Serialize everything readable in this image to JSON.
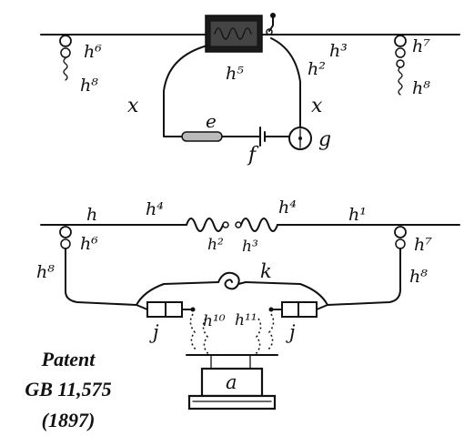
{
  "caption": {
    "line1": "Patent",
    "line2": "GB 11,575",
    "line3": "(1897)"
  },
  "top_diagram": {
    "labels": {
      "h6": "h⁶",
      "h8_left": "h⁸",
      "h5": "h⁵",
      "h2": "h²",
      "h3": "h³",
      "h7": "h⁷",
      "h8_right": "h⁸",
      "x_left": "x",
      "x_right": "x",
      "e": "e",
      "f": "f",
      "g": "g"
    }
  },
  "bottom_diagram": {
    "labels": {
      "h": "h",
      "h4_left": "h⁴",
      "h4_right": "h⁴",
      "h1": "h¹",
      "h6": "h⁶",
      "h2": "h²",
      "h3": "h³",
      "h7": "h⁷",
      "h8_left": "h⁸",
      "h8_right": "h⁸",
      "k": "k",
      "h10": "h¹⁰",
      "h11": "h¹¹",
      "j_left": "j",
      "j_right": "j",
      "a": "a"
    }
  }
}
